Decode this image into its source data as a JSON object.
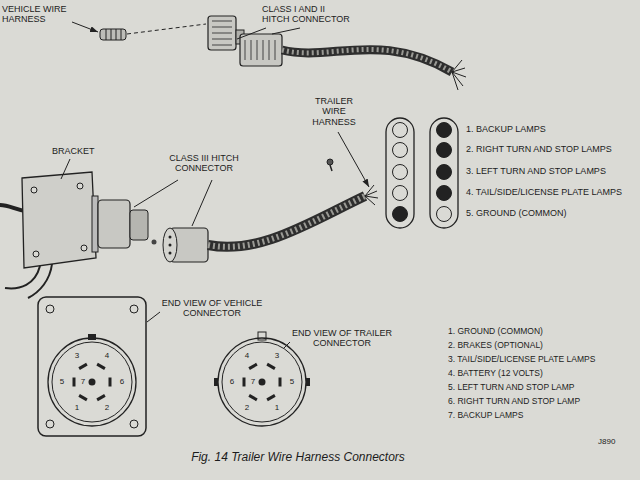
{
  "diagram": {
    "caption": "Fig. 14 Trailer Wire Harness Connectors",
    "labels": [
      "VEHICLE WIRE HARNESS",
      "CLASS I AND II HITCH CONNECTOR",
      "TRAILER WIRE HARNESS",
      "1. BACKUP LAMPS",
      "2. RIGHT TURN AND STOP LAMPS",
      "3. LEFT TURN AND STOP LAMPS",
      "4. TAIL/SIDE/LICENSE PLATE LAMPS",
      "5. GROUND (COMMON)",
      "BRACKET",
      "CLASS III HITCH CONNECTOR",
      "END VIEW OF VEHICLE CONNECTOR",
      "END VIEW OF TRAILER CONNECTOR",
      "1. GROUND (COMMON)",
      "2. BRAKES (OPTIONAL)",
      "3. TAIL/SIDE/LICENSE PLATE LAMPS",
      "4. BATTERY (12 VOLTS)",
      "5. LEFT TURN AND STOP LAMP",
      "6. RIGHT TURN AND STOP LAMP",
      "7. BACKUP LAMPS",
      "3",
      "4",
      "5",
      "7",
      "6",
      "1",
      "2",
      "4",
      "3",
      "6",
      "7",
      "5",
      "2",
      "1",
      "J890"
    ]
  }
}
